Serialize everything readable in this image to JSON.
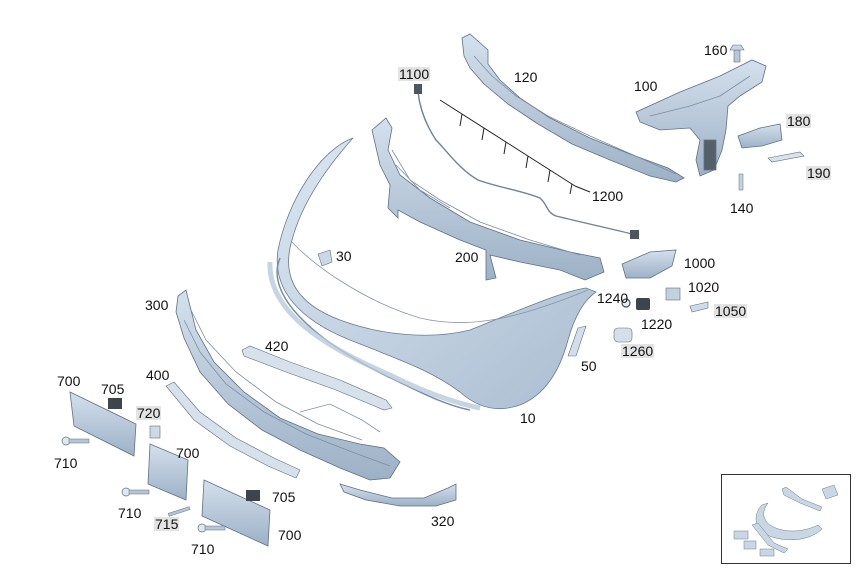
{
  "diagram": {
    "callouts": [
      {
        "id": "c-1100",
        "label": "1100",
        "highlight": true
      },
      {
        "id": "c-120",
        "label": "120",
        "highlight": false
      },
      {
        "id": "c-160",
        "label": "160",
        "highlight": false
      },
      {
        "id": "c-100",
        "label": "100",
        "highlight": false
      },
      {
        "id": "c-180",
        "label": "180",
        "highlight": true
      },
      {
        "id": "c-190",
        "label": "190",
        "highlight": true
      },
      {
        "id": "c-140",
        "label": "140",
        "highlight": false
      },
      {
        "id": "c-1200",
        "label": "1200",
        "highlight": false
      },
      {
        "id": "c-30",
        "label": "30",
        "highlight": false
      },
      {
        "id": "c-200",
        "label": "200",
        "highlight": false
      },
      {
        "id": "c-1000",
        "label": "1000",
        "highlight": false
      },
      {
        "id": "c-1020",
        "label": "1020",
        "highlight": false
      },
      {
        "id": "c-1240",
        "label": "1240",
        "highlight": false
      },
      {
        "id": "c-1220",
        "label": "1220",
        "highlight": false
      },
      {
        "id": "c-1050",
        "label": "1050",
        "highlight": true
      },
      {
        "id": "c-1260",
        "label": "1260",
        "highlight": true
      },
      {
        "id": "c-50",
        "label": "50",
        "highlight": false
      },
      {
        "id": "c-300",
        "label": "300",
        "highlight": false
      },
      {
        "id": "c-420",
        "label": "420",
        "highlight": false
      },
      {
        "id": "c-400",
        "label": "400",
        "highlight": false
      },
      {
        "id": "c-10",
        "label": "10",
        "highlight": false
      },
      {
        "id": "c-700a",
        "label": "700",
        "highlight": false
      },
      {
        "id": "c-705a",
        "label": "705",
        "highlight": false
      },
      {
        "id": "c-720",
        "label": "720",
        "highlight": true
      },
      {
        "id": "c-710a",
        "label": "710",
        "highlight": false
      },
      {
        "id": "c-700b",
        "label": "700",
        "highlight": false
      },
      {
        "id": "c-710b",
        "label": "710",
        "highlight": false
      },
      {
        "id": "c-715",
        "label": "715",
        "highlight": true
      },
      {
        "id": "c-705b",
        "label": "705",
        "highlight": false
      },
      {
        "id": "c-710c",
        "label": "710",
        "highlight": false
      },
      {
        "id": "c-700c",
        "label": "700",
        "highlight": false
      },
      {
        "id": "c-320",
        "label": "320",
        "highlight": false
      }
    ],
    "colors": {
      "part_fill": "#c7d6e6",
      "part_shade": "#9fb3c8",
      "part_edge": "#5f7185",
      "dark_part": "#4a4f55",
      "highlight_bg": "#e3e3e3",
      "text": "#111111"
    }
  }
}
